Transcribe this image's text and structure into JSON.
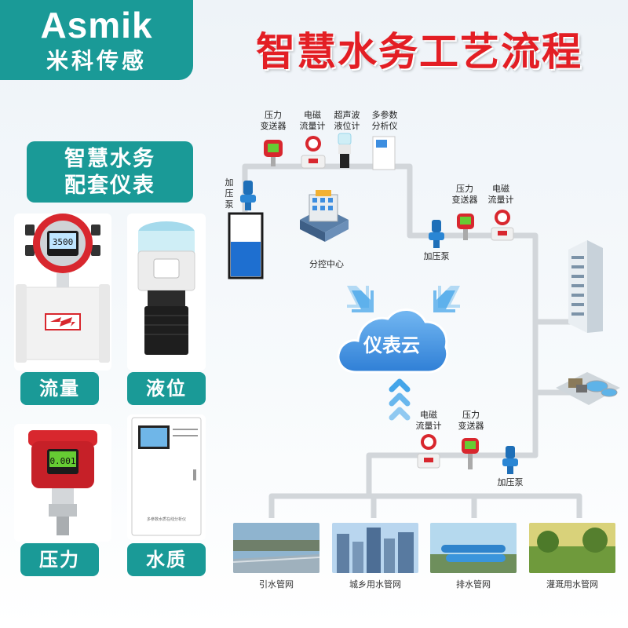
{
  "brand": {
    "name_en": "Asmik",
    "name_cn": "米科传感"
  },
  "title": "智慧水务工艺流程",
  "panel": {
    "label_line1": "智慧水务",
    "label_line2": "配套仪表",
    "categories": [
      "流量",
      "液位",
      "压力",
      "水质"
    ]
  },
  "devices": {
    "flowmeter_display": "3500",
    "pressure_display": "0.001",
    "analyzer_small_text": "多参数水质在线分析仪"
  },
  "diagram": {
    "top_instruments": [
      {
        "line1": "压力",
        "line2": "变送器"
      },
      {
        "line1": "电磁",
        "line2": "流量计"
      },
      {
        "line1": "超声波",
        "line2": "液位计"
      },
      {
        "line1": "多参数",
        "line2": "分析仪"
      }
    ],
    "pump_vertical": [
      "加",
      "压",
      "泵"
    ],
    "right_instruments": [
      {
        "line1": "压力",
        "line2": "变送器"
      },
      {
        "line1": "电磁",
        "line2": "流量计"
      }
    ],
    "pump_label": "加压泵",
    "control_center": "分控中心",
    "cloud": "仪表云",
    "bottom_instruments": [
      {
        "line1": "电磁",
        "line2": "流量计"
      },
      {
        "line1": "压力",
        "line2": "变送器"
      }
    ],
    "bottom_pump": "加压泵",
    "networks": [
      "引水管网",
      "城乡用水管网",
      "排水管网",
      "灌溉用水管网"
    ]
  },
  "colors": {
    "teal": "#1a9a97",
    "title_red": "#e31e24",
    "pipe": "#d2d6da",
    "cloud_blue": "#3d8ee0",
    "arrow_blue": "#3aa0e8",
    "pump_blue": "#1e6fb8",
    "device_red": "#d8272e"
  }
}
